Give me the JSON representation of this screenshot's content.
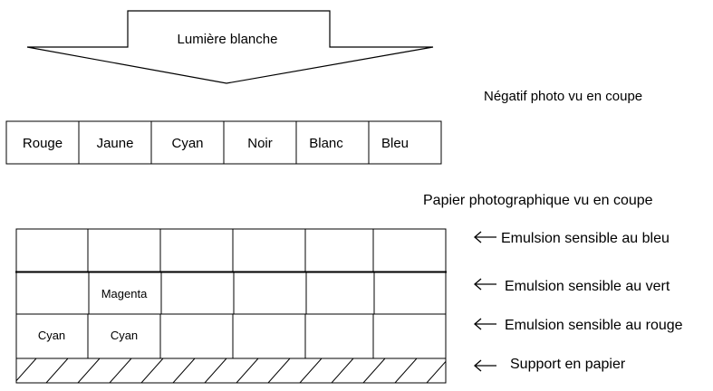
{
  "light_arrow": {
    "label": "Lumière blanche"
  },
  "negative": {
    "caption": "Négatif photo vu en coupe",
    "cells": [
      "Rouge",
      "Jaune",
      "Cyan",
      "Noir",
      "Blanc",
      "Bleu"
    ]
  },
  "paper": {
    "caption": "Papier photographique vu en coupe",
    "layers": [
      {
        "id": "blue",
        "label": "Emulsion sensible au bleu",
        "cells": [
          "",
          "",
          "",
          "",
          "",
          ""
        ]
      },
      {
        "id": "green",
        "label": "Emulsion sensible au vert",
        "cells": [
          "",
          "Magenta",
          "",
          "",
          "",
          ""
        ]
      },
      {
        "id": "red",
        "label": "Emulsion sensible au rouge",
        "cells": [
          "Cyan",
          "Cyan",
          "",
          "",
          "",
          ""
        ]
      },
      {
        "id": "support",
        "label": "Support en papier"
      }
    ]
  },
  "colors": {
    "line": "#000000",
    "background": "#ffffff"
  }
}
